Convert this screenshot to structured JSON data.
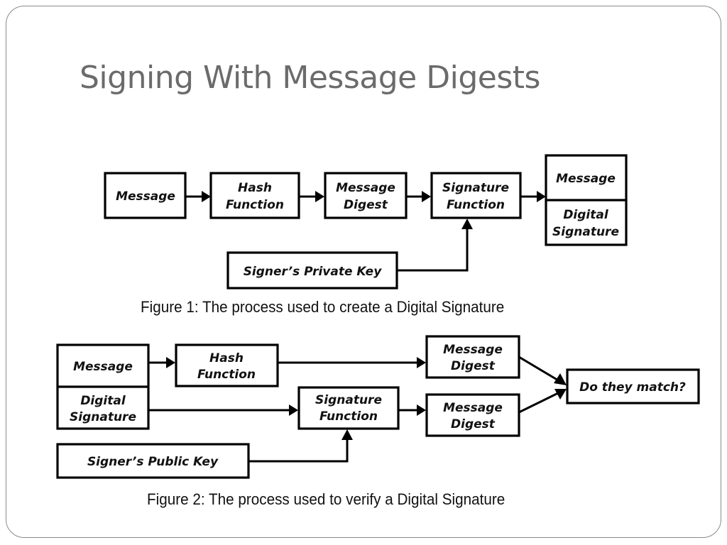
{
  "slide": {
    "title": "Signing With Message Digests"
  },
  "figure1": {
    "caption": "Figure 1: The process used to create a Digital Signature",
    "message_label": "Message",
    "hash_function_label": [
      "Hash",
      "Function"
    ],
    "message_digest_label": [
      "Message",
      "Digest"
    ],
    "signature_function_label": [
      "Signature",
      "Function"
    ],
    "output_message_label": "Message",
    "output_signature_label": [
      "Digital",
      "Signature"
    ],
    "private_key_label": "Signer’s Private Key"
  },
  "figure2": {
    "caption": "Figure 2: The process used to verify a Digital Signature",
    "input_message_label": "Message",
    "input_signature_label": [
      "Digital",
      "Signature"
    ],
    "hash_function_label": [
      "Hash",
      "Function"
    ],
    "signature_function_label": [
      "Signature",
      "Function"
    ],
    "digest_top_label": [
      "Message",
      "Digest"
    ],
    "digest_bottom_label": [
      "Message",
      "Digest"
    ],
    "match_label": "Do they match?",
    "public_key_label": "Signer’s Public Key"
  }
}
